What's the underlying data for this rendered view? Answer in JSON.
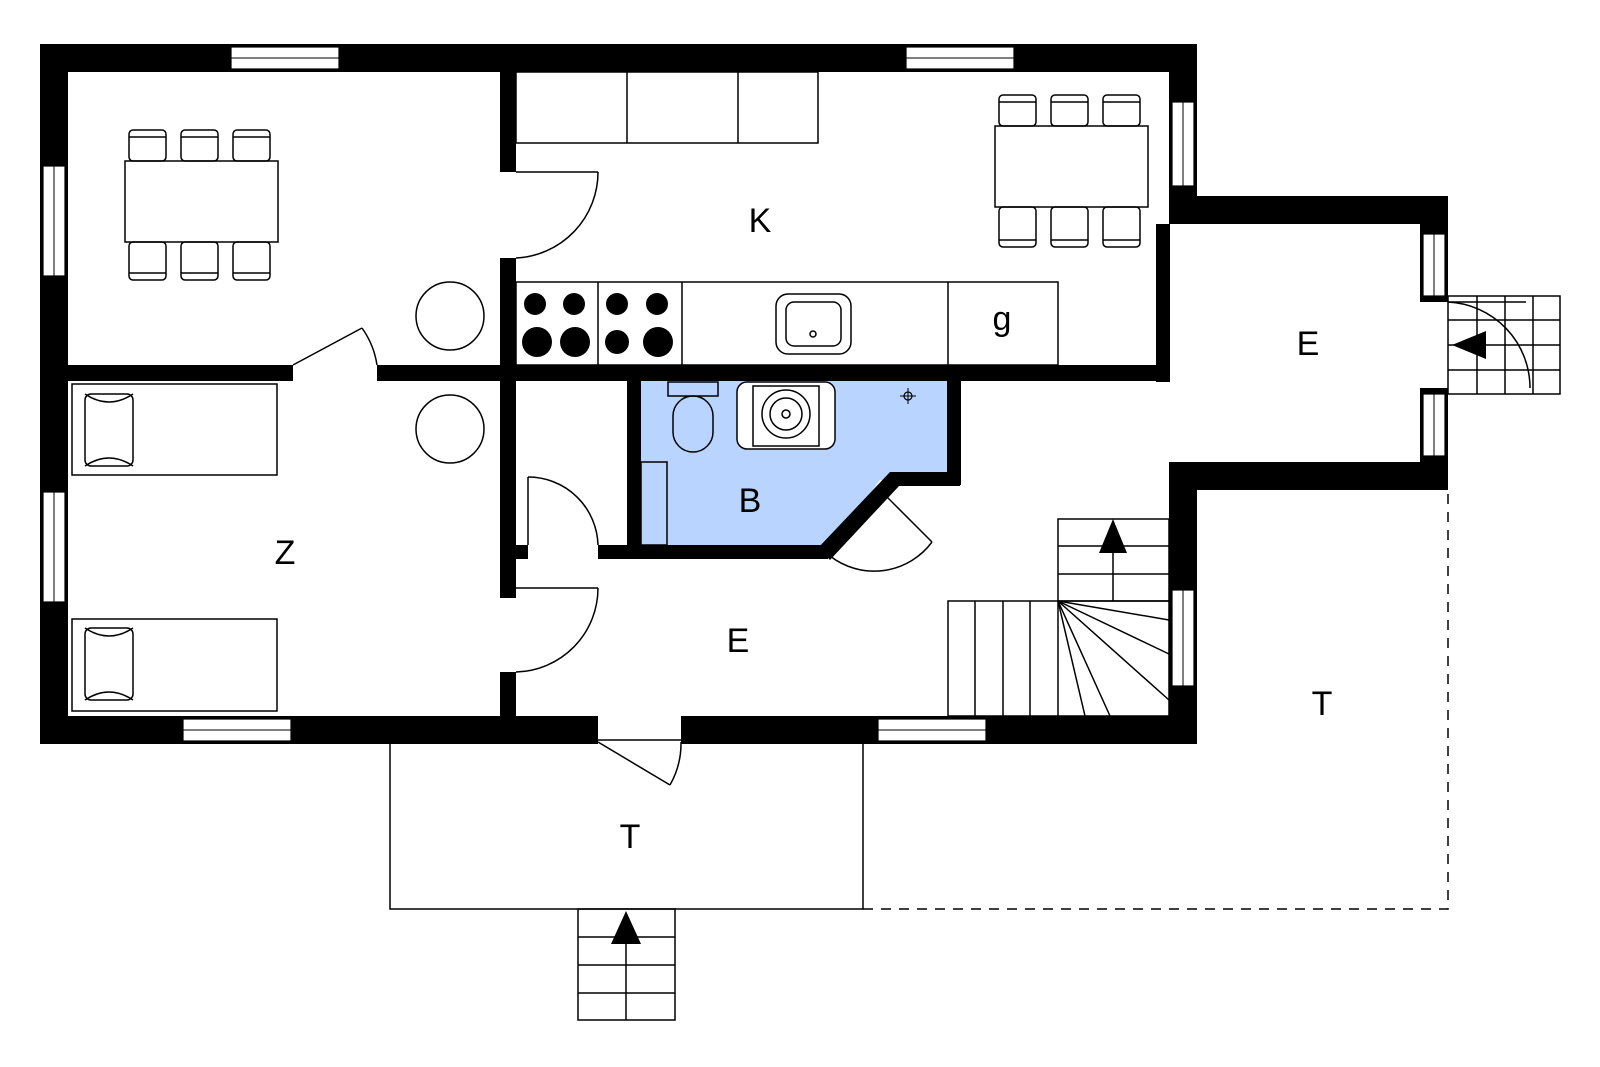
{
  "colors": {
    "wall": "#000000",
    "background": "#ffffff",
    "bathroom_fill": "#b8d4ff"
  },
  "rooms": [
    {
      "id": "kitchen",
      "label": "K"
    },
    {
      "id": "appliance",
      "label": "g"
    },
    {
      "id": "entrance_right",
      "label": "E"
    },
    {
      "id": "bathroom",
      "label": "B"
    },
    {
      "id": "bedroom",
      "label": "Z"
    },
    {
      "id": "entrance_hall",
      "label": "E"
    },
    {
      "id": "terrace_right",
      "label": "T"
    },
    {
      "id": "terrace_front",
      "label": "T"
    }
  ],
  "icons": [
    "door-swing-icon",
    "window-icon",
    "stair-arrow-icon",
    "stove-icon",
    "sink-icon",
    "toilet-icon",
    "shower-icon",
    "bed-icon",
    "dining-table-icon",
    "round-table-icon"
  ]
}
